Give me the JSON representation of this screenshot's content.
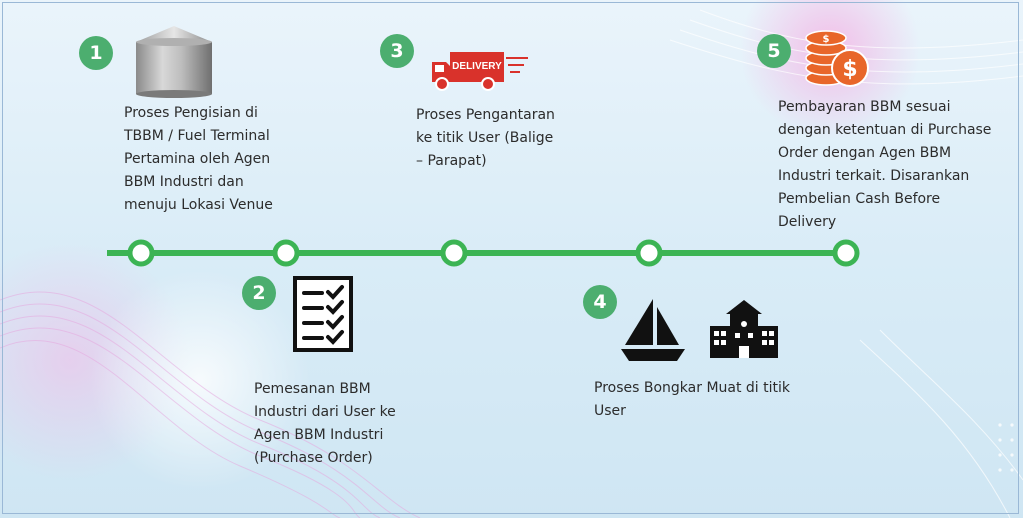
{
  "steps": [
    {
      "number": "1",
      "text": "Proses Pengisian di TBBM / Fuel Terminal Pertamina oleh Agen BBM Industri dan menuju Lokasi Venue",
      "icon": "storage-tank-icon"
    },
    {
      "number": "2",
      "text": "Pemesanan BBM Industri dari User ke Agen BBM Industri (Purchase Order)",
      "icon": "checklist-icon"
    },
    {
      "number": "3",
      "text": "Proses Pengantaran ke titik User (Balige – Parapat)",
      "icon": "delivery-truck-icon",
      "truck_label": "DELIVERY"
    },
    {
      "number": "4",
      "text": "Proses Bongkar Muat di titik User",
      "icons": [
        "sailboat-icon",
        "building-icon"
      ]
    },
    {
      "number": "5",
      "text": "Pembayaran BBM sesuai dengan ketentuan di Purchase Order dengan Agen BBM Industri terkait. Disarankan Pembelian Cash Before Delivery",
      "icon": "coins-dollar-icon"
    }
  ],
  "colors": {
    "accent_green": "#4cae6f",
    "timeline_green": "#3cb454",
    "truck_red": "#d9322b",
    "coin_orange": "#e8662a"
  }
}
